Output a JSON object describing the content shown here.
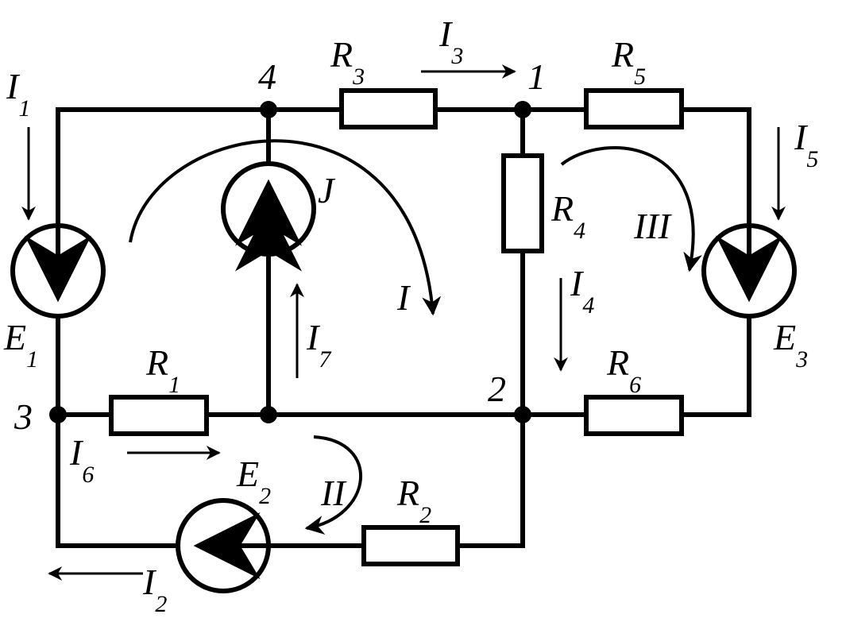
{
  "colors": {
    "ink": "#000000",
    "background": "#ffffff"
  },
  "labels": {
    "I1": {
      "main": "I",
      "sub": "1"
    },
    "I2": {
      "main": "I",
      "sub": "2"
    },
    "I3": {
      "main": "I",
      "sub": "3"
    },
    "I4": {
      "main": "I",
      "sub": "4"
    },
    "I5": {
      "main": "I",
      "sub": "5"
    },
    "I6": {
      "main": "I",
      "sub": "6"
    },
    "I7": {
      "main": "I",
      "sub": "7"
    },
    "R1": {
      "main": "R",
      "sub": "1"
    },
    "R2": {
      "main": "R",
      "sub": "2"
    },
    "R3": {
      "main": "R",
      "sub": "3"
    },
    "R4": {
      "main": "R",
      "sub": "4"
    },
    "R5": {
      "main": "R",
      "sub": "5"
    },
    "R6": {
      "main": "R",
      "sub": "6"
    },
    "E1": {
      "main": "E",
      "sub": "1"
    },
    "E2": {
      "main": "E",
      "sub": "2"
    },
    "E3": {
      "main": "E",
      "sub": "3"
    },
    "J": "J",
    "node1": "1",
    "node2": "2",
    "node3": "3",
    "node4": "4",
    "loopI": "I",
    "loopII": "II",
    "loopIII": "III"
  }
}
